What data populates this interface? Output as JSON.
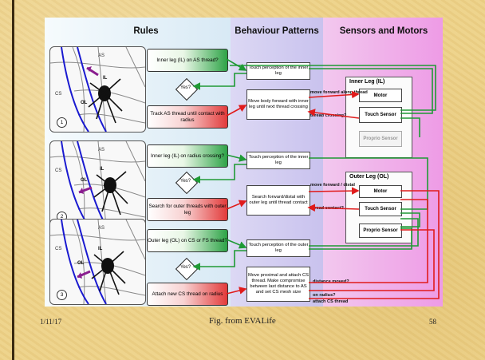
{
  "headers": {
    "rules": "Rules",
    "behaviour": "Behaviour Patterns",
    "sensors": "Sensors and Motors"
  },
  "panels": [
    {
      "number": "1",
      "label_as": "AS",
      "label_cs": "CS",
      "label_il": "IL",
      "label_ol": "OL"
    },
    {
      "number": "2",
      "label_as": "AS",
      "label_cs": "CS",
      "label_il": "IL",
      "label_ol": "OL"
    },
    {
      "number": "3",
      "label_as": "AS",
      "label_cs": "CS",
      "label_il": "IL",
      "label_ol": "OL"
    }
  ],
  "rules": [
    {
      "question": "Inner leg (IL) on AS thread?",
      "decision": "Yes?",
      "action": "Track AS thread until contact with radius"
    },
    {
      "question": "Inner leg (IL) on radius crossing?",
      "decision": "Yes?",
      "action": "Search for outer threads with outer leg"
    },
    {
      "question": "Outer leg (OL) on CS or FS thread?",
      "decision": "Yes?",
      "action": "Attach new CS thread on radius"
    }
  ],
  "behaviours": [
    "Touch perception of the inner leg",
    "Move body forward with inner leg until next thread crossing",
    "Touch perception of the inner leg",
    "Search forward/distal with outer leg until thread contact",
    "Touch perception of the outer leg",
    "Move proximal and attach CS thread. Make compromise between last distance to AS and set CS mesh size"
  ],
  "inner_leg": {
    "title": "Inner Leg (IL)",
    "motor": "Motor",
    "touch": "Touch Sensor",
    "proprio": "Proprio Sensor"
  },
  "outer_leg": {
    "title": "Outer Leg (OL)",
    "motor": "Motor",
    "touch": "Touch Sensor",
    "proprio": "Proprio Sensor"
  },
  "signals": {
    "move_forward": "move forward along thread",
    "thread_crossing": "thread crossing?",
    "move_fd": "move forward / distal",
    "thread_contact": "thread contact?",
    "distance_moved": "distance moved?",
    "on_radius": "on radius?",
    "attach_cs": "attach CS thread"
  },
  "footer": {
    "date": "1/11/17",
    "caption": "Fig. from EVALife",
    "page": "58"
  },
  "colors": {
    "green": "#1f9a35",
    "red": "#e01b1b",
    "blue": "#1a1ad0",
    "purple": "#8a1d8f"
  }
}
